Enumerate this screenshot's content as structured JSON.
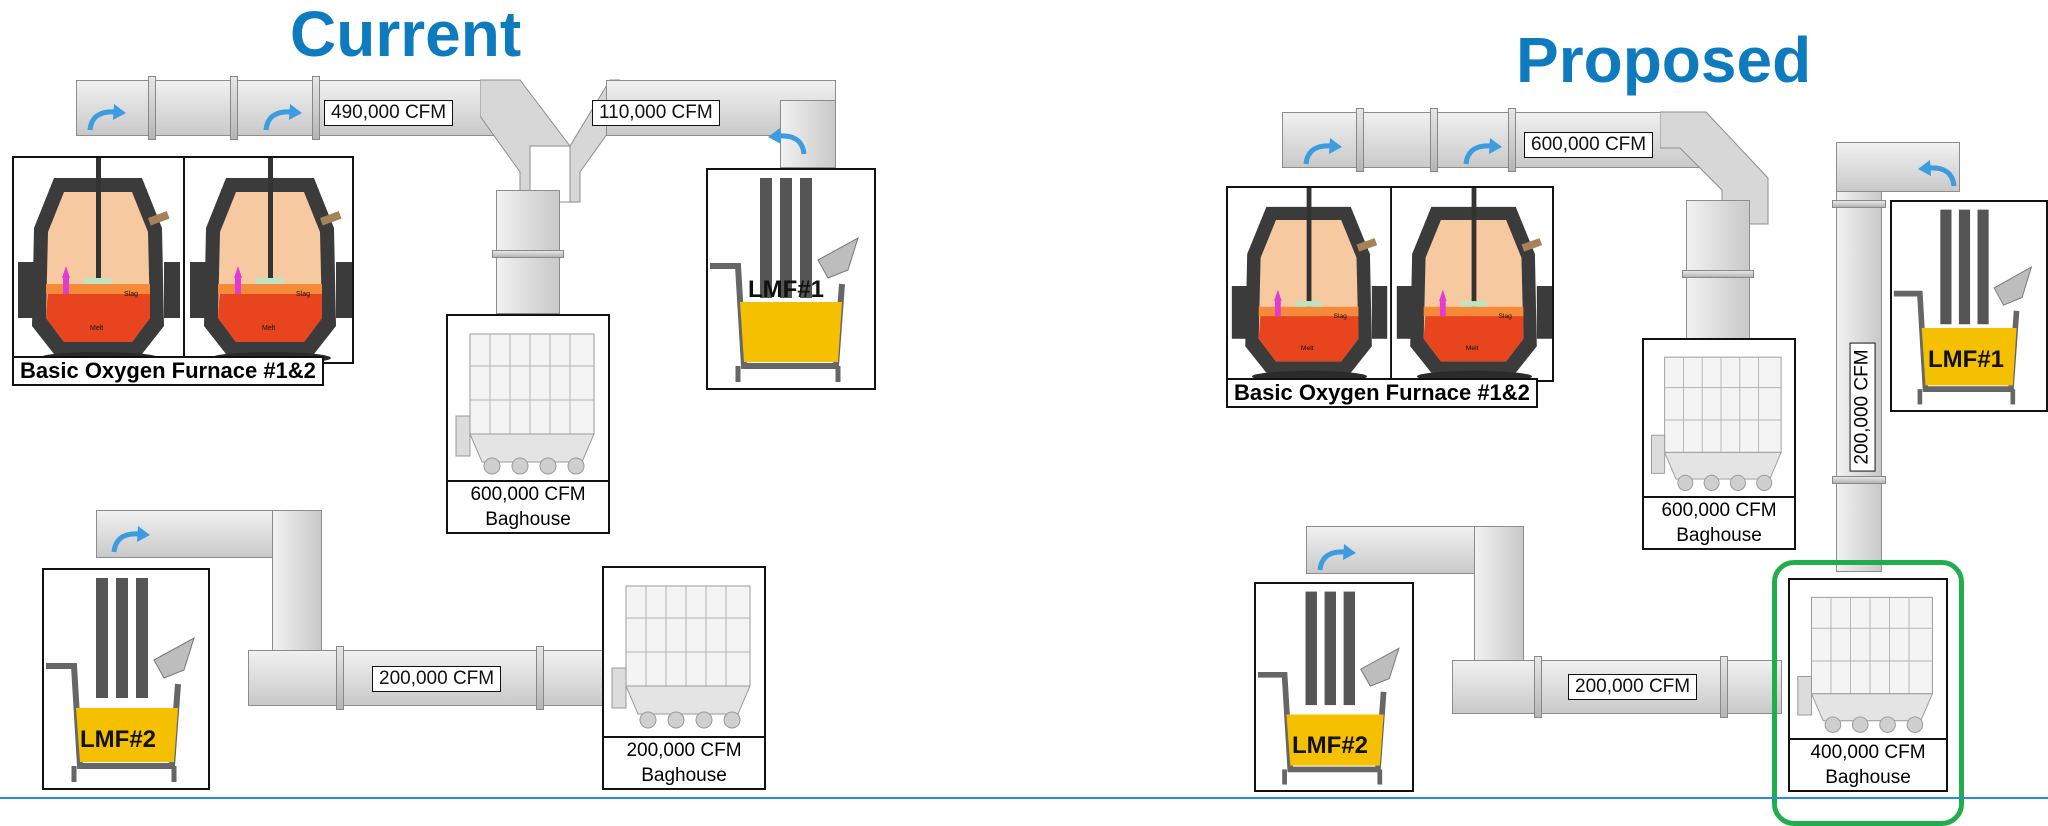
{
  "titles": {
    "current": "Current",
    "proposed": "Proposed"
  },
  "current": {
    "duct_labels": {
      "bof": "490,000 CFM",
      "lmf1": "110,000 CFM",
      "lmf2": "200,000 CFM"
    },
    "furnace_label": "Basic Oxygen Furnace #1&2",
    "lmf1_label": "LMF#1",
    "lmf2_label": "LMF#2",
    "baghouse1": {
      "cfm": "600,000 CFM",
      "name": "Baghouse"
    },
    "baghouse2": {
      "cfm": "200,000 CFM",
      "name": "Baghouse"
    }
  },
  "proposed": {
    "duct_labels": {
      "bof": "600,000 CFM",
      "lmf1_vertical": "200,000 CFM",
      "lmf2": "200,000 CFM"
    },
    "furnace_label": "Basic Oxygen Furnace #1&2",
    "lmf1_label": "LMF#1",
    "lmf2_label": "LMF#2",
    "baghouse1": {
      "cfm": "600,000 CFM",
      "name": "Baghouse"
    },
    "baghouse2": {
      "cfm": "400,000 CFM",
      "name": "Baghouse"
    }
  },
  "furnace_inner_labels": {
    "slag": "Slag",
    "melt": "Melt"
  },
  "colors": {
    "title": "#0f7bbf",
    "highlight": "#21ad4e",
    "ladle_fill": "#f5c000",
    "rule": "#2a8bd0"
  }
}
